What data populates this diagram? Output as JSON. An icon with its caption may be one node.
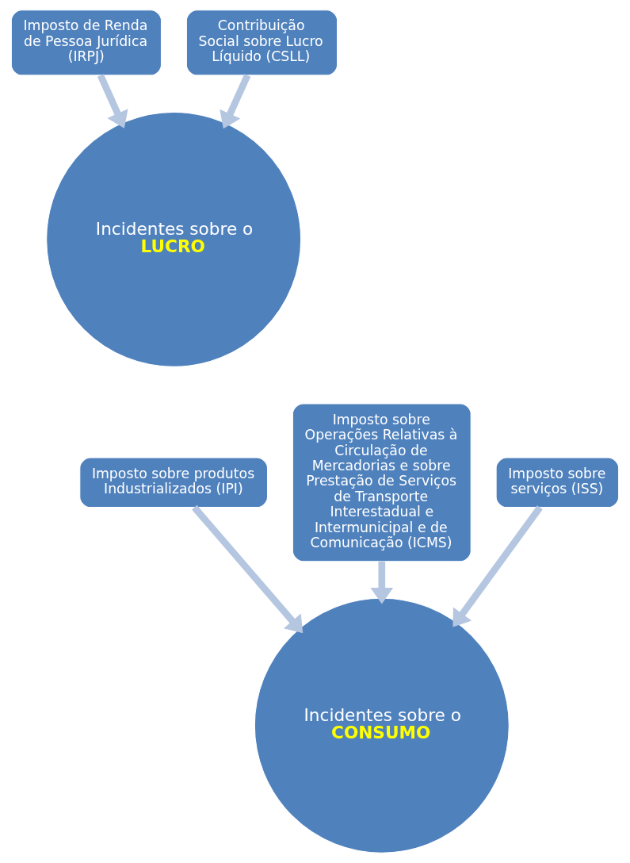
{
  "diagram": {
    "nodes": [
      {
        "text": [
          "Imposto de Renda de Pessoa Jurídica (IRPJ)"
        ]
      },
      {
        "text": [
          "Contribuição Social sobre Lucro Líquido (CSLL)"
        ]
      },
      {
        "text": [
          "Incidentes sobre o",
          "LUCRO"
        ]
      },
      {
        "text": [
          "Imposto sobre Operações Relativas à Circulação de Mercadorias e sobre Prestação de Serviços de Transporte Interestadual e Intermunicipal e de Comunicação (ICMS)"
        ]
      },
      {
        "text": [
          "Imposto sobre produtos Industrializados (IPI)"
        ]
      },
      {
        "text": [
          "Imposto sobre serviços (ISS)"
        ]
      },
      {
        "text": [
          "Incidentes sobre o",
          "CONSUMO"
        ]
      }
    ],
    "edges": [
      {
        "from": 0,
        "to": 2,
        "arrow": "to"
      },
      {
        "from": 1,
        "to": 2,
        "arrow": "to"
      },
      {
        "from": 3,
        "to": 6,
        "arrow": "to"
      },
      {
        "from": 4,
        "to": 6,
        "arrow": "to"
      },
      {
        "from": 5,
        "to": 6,
        "arrow": "to"
      }
    ]
  }
}
